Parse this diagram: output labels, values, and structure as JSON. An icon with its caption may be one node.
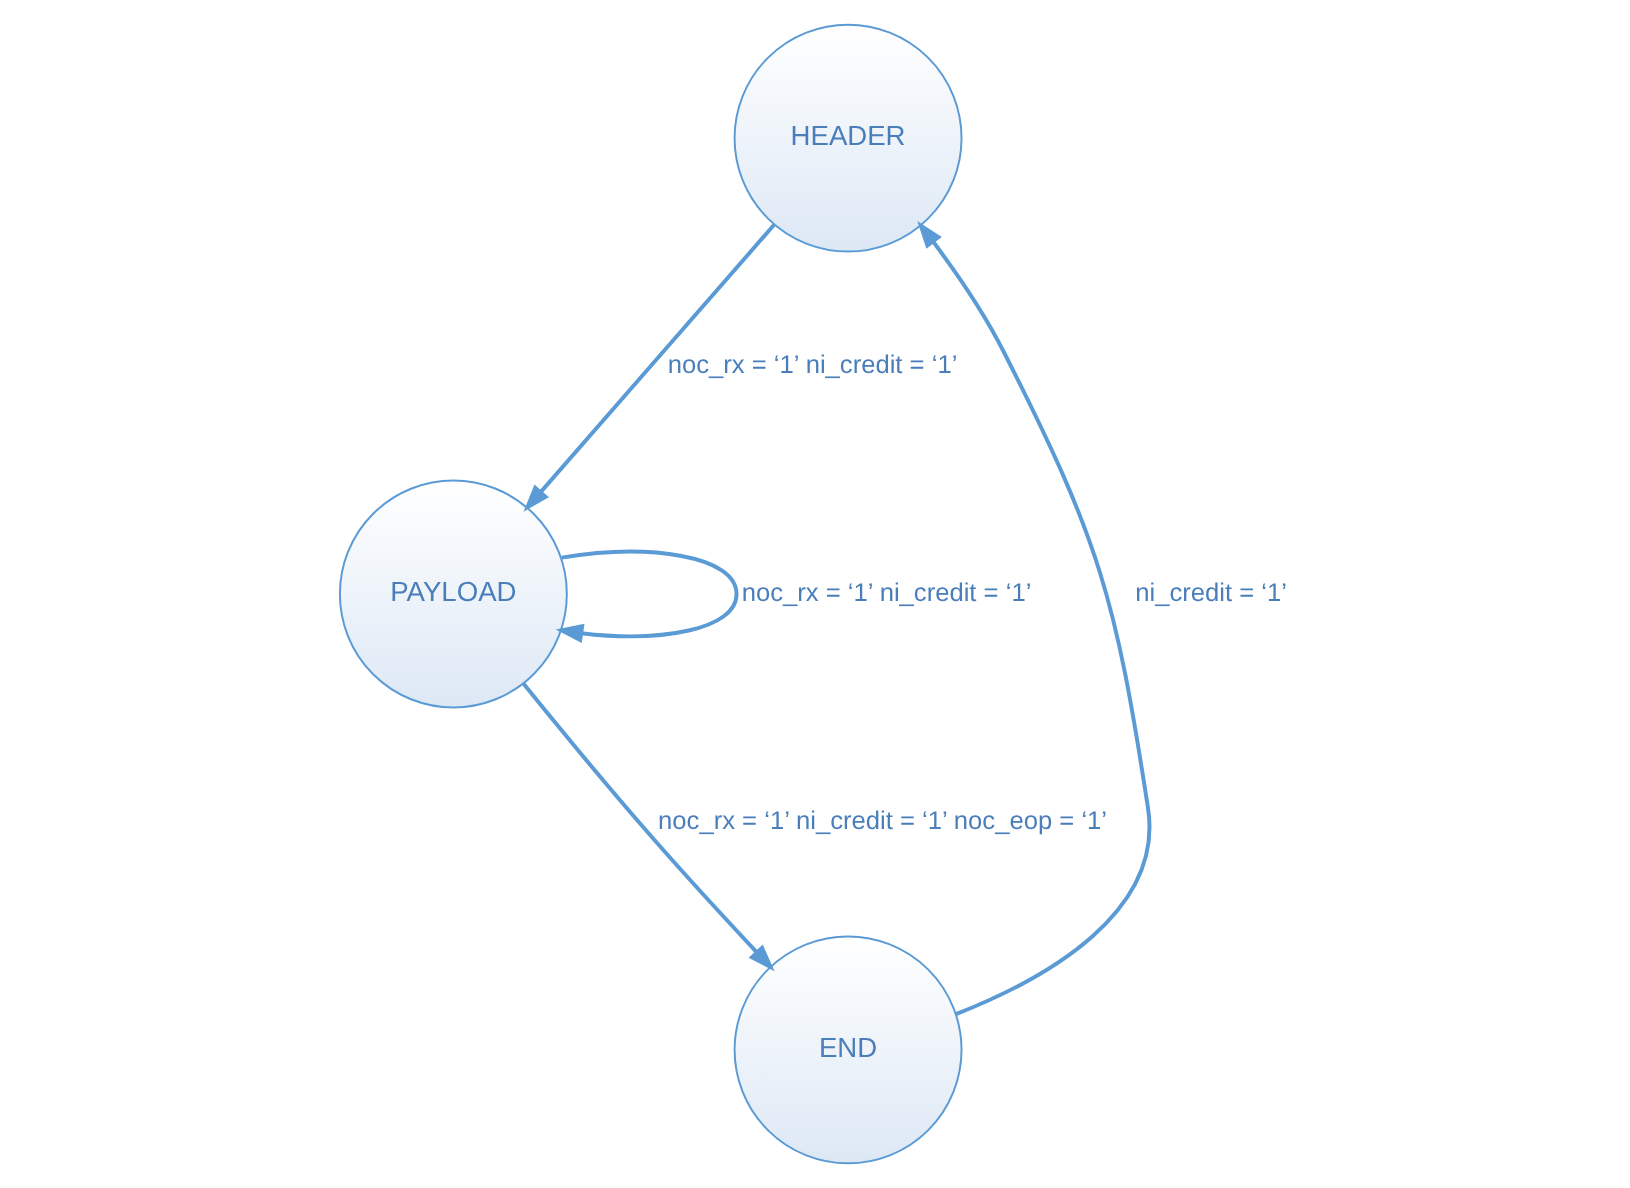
{
  "diagram": {
    "nodes": [
      {
        "text": [
          "HEADER"
        ]
      },
      {
        "text": [
          "PAYLOAD"
        ]
      },
      {
        "text": [
          "END"
        ]
      }
    ],
    "edges": [
      {
        "from": 0,
        "to": 1,
        "arrow": "to",
        "label": "noc_rx = ‘1’ ni_credit = ‘1’"
      },
      {
        "from": 1,
        "to": 1,
        "arrow": "to",
        "label": "noc_rx = ‘1’ ni_credit = ‘1’"
      },
      {
        "from": 1,
        "to": 2,
        "arrow": "to",
        "label": "noc_rx = ‘1’ ni_credit = ‘1’ noc_eop = ‘1’"
      },
      {
        "from": 2,
        "to": 0,
        "arrow": "to",
        "label": "ni_credit = ‘1’"
      }
    ]
  }
}
